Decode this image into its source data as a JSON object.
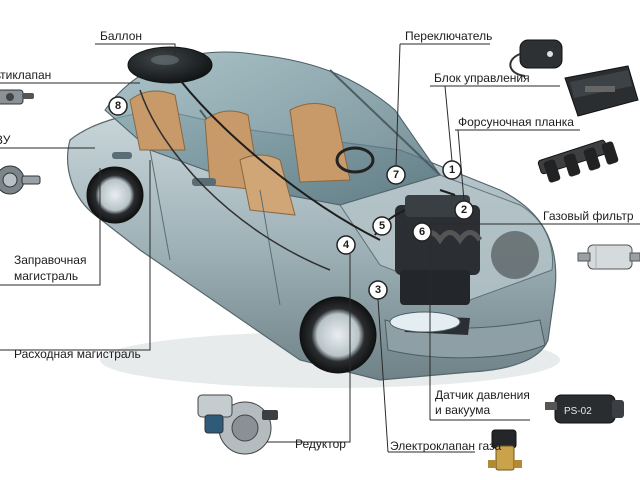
{
  "labels": {
    "ballon": "Баллон",
    "multiklapan": "Мультиклапан",
    "vzu": "ВЗУ",
    "zapravochnaya_1": "Заправочная",
    "zapravochnaya_2": "магистраль",
    "raskhodnaya": "Расходная магистраль",
    "pereklyuchatel": "Переключатель",
    "blok": "Блок управления",
    "forsunochnaya": "Форсуночная планка",
    "gazovy_filtr": "Газовый фильтр",
    "datchik_1": "Датчик давления",
    "datchik_2": "и вакуума",
    "reduktor": "Редуктор",
    "elektroklapan": "Электроклапан газа"
  },
  "numbers": [
    "1",
    "2",
    "3",
    "4",
    "5",
    "6",
    "7",
    "8"
  ],
  "component_text": {
    "sensor_label": "PS-02"
  },
  "colors": {
    "line": "#2a2a2a",
    "car_body": "#9fb2b8",
    "car_dark": "#5b6d74",
    "glass": "#6f8e96",
    "seat": "#c89a6a",
    "engine": "#2b2f33"
  }
}
